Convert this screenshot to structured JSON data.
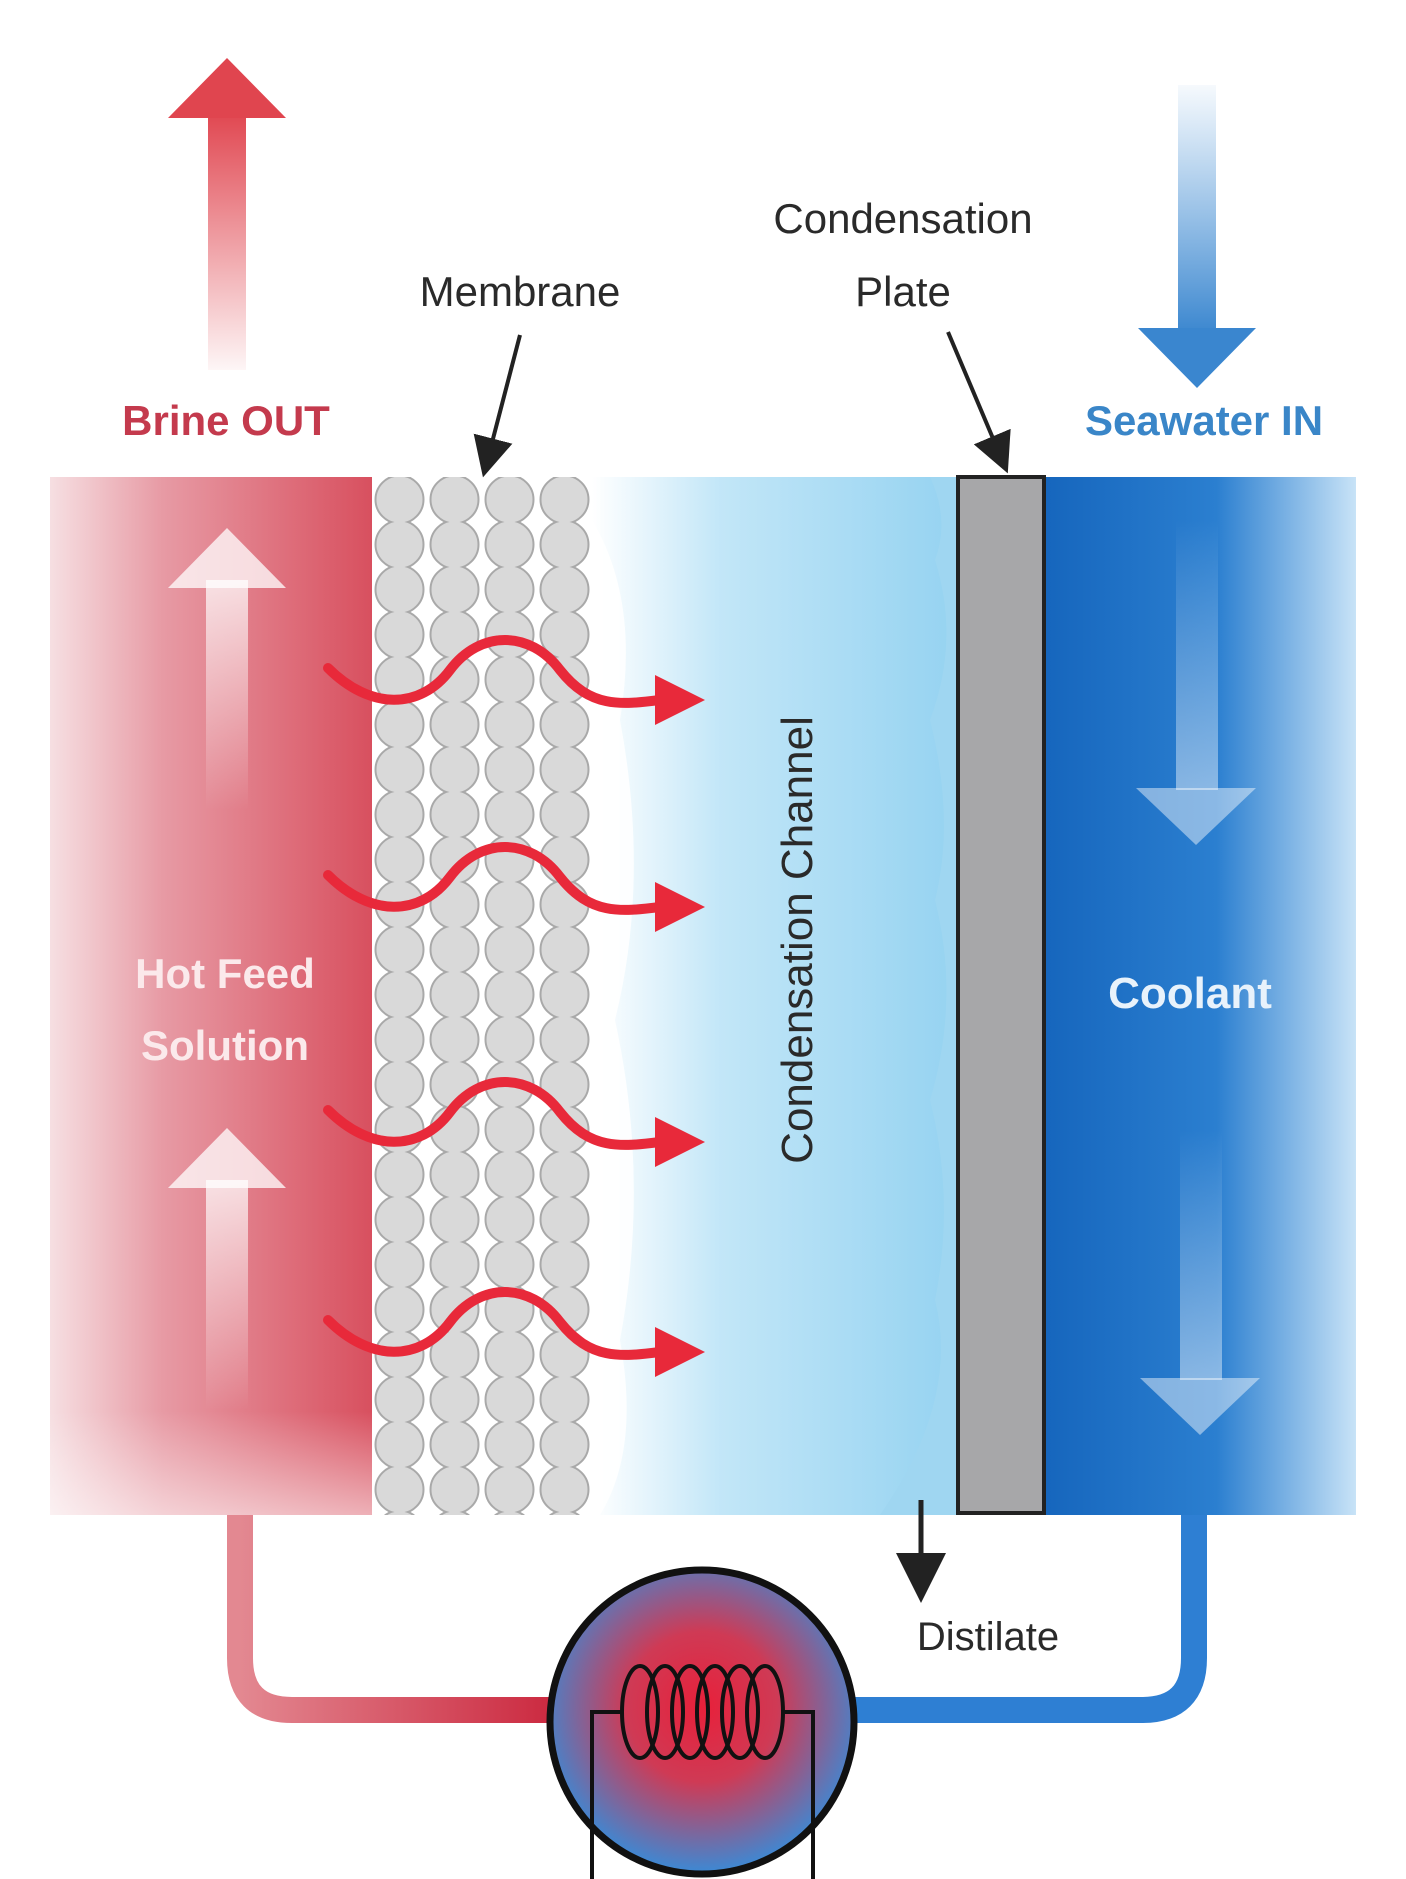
{
  "labels": {
    "brine_out": "Brine OUT",
    "seawater_in": "Seawater IN",
    "membrane": "Membrane",
    "condensation_plate_line1": "Condensation",
    "condensation_plate_line2": "Plate",
    "hot_feed_line1": "Hot Feed",
    "hot_feed_line2": "Solution",
    "coolant": "Coolant",
    "condensation_channel": "Condensation Channel",
    "distillate": "Distilate"
  },
  "colors": {
    "hot": "#d94556",
    "hot_arrow": "#e8293a",
    "cold": "#1a6fc4",
    "cold_label": "#3a86c8",
    "plate": "#a7a7a9",
    "channel": "#9ed8f2",
    "text": "#2a2a2a"
  }
}
